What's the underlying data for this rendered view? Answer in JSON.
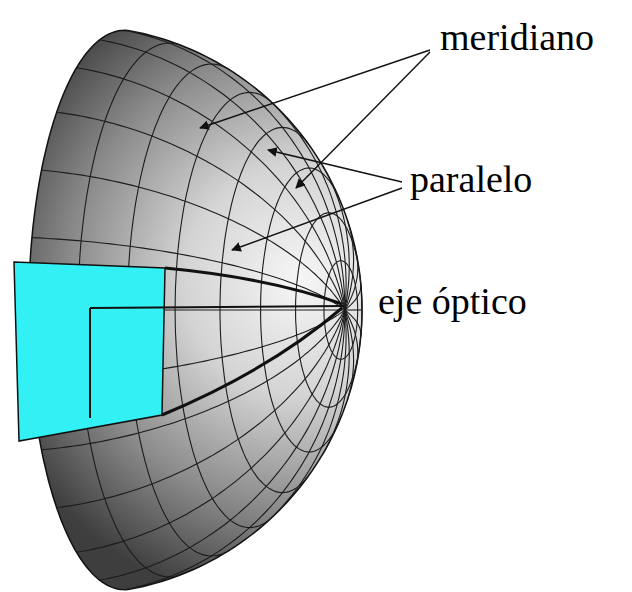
{
  "diagram": {
    "labels": [
      "meridiano",
      "paralelo",
      "eje óptico"
    ]
  }
}
